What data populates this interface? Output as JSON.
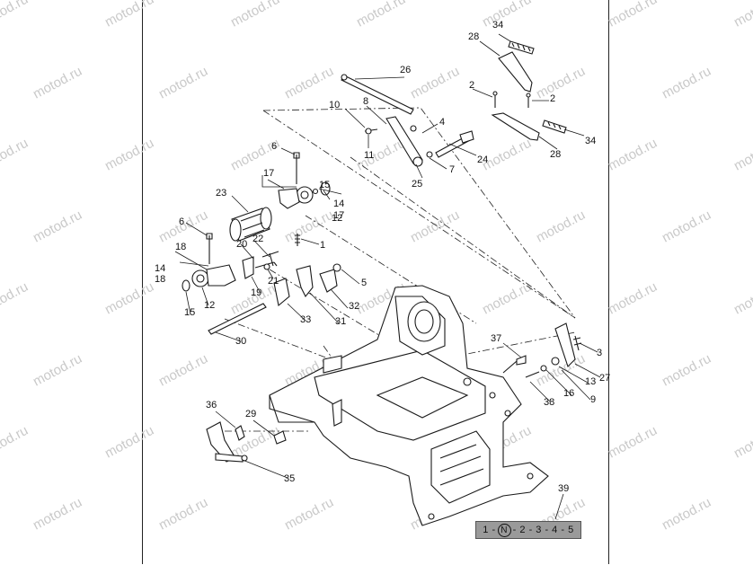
{
  "watermark": "motod.ru",
  "callouts": [
    "1",
    "2",
    "2",
    "3",
    "4",
    "5",
    "6",
    "6",
    "7",
    "8",
    "9",
    "10",
    "11",
    "12",
    "12",
    "13",
    "14",
    "14",
    "15",
    "15",
    "16",
    "17",
    "17",
    "18",
    "18",
    "19",
    "20",
    "21",
    "22",
    "23",
    "24",
    "25",
    "26",
    "27",
    "28",
    "28",
    "29",
    "30",
    "31",
    "32",
    "33",
    "34",
    "34",
    "35",
    "36",
    "37",
    "38",
    "39"
  ],
  "shift_pattern": {
    "g1": "1",
    "neutral": "N",
    "rest": "2 - 3 - 4 - 5",
    "sep": "-"
  },
  "colors": {
    "line": "#1a1a1a",
    "watermark": "#c9c9c9",
    "badge": "#9a9a9a"
  }
}
